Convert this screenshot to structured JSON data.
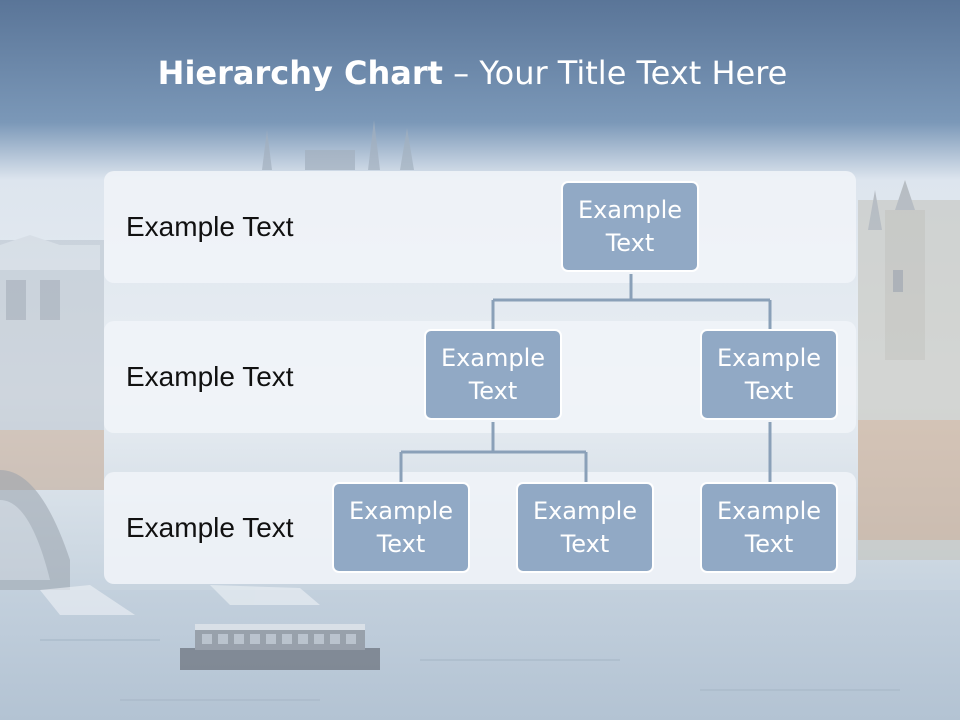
{
  "slide": {
    "title_bold": "Hierarchy Chart",
    "title_dash": " – ",
    "title_rest": "Your Title Text Here"
  },
  "levels": [
    {
      "label": "Example Text"
    },
    {
      "label": "Example Text"
    },
    {
      "label": "Example Text"
    }
  ],
  "nodes": {
    "root": "Example Text",
    "level2_left": "Example Text",
    "level2_right": "Example Text",
    "level3_left": "Example Text",
    "level3_middle": "Example Text",
    "level3_right": "Example Text"
  },
  "colors": {
    "node_fill": "#91a9c5",
    "node_border": "#ffffff",
    "connector": "#8aa0b8",
    "title_band": "#5f7fa3"
  }
}
